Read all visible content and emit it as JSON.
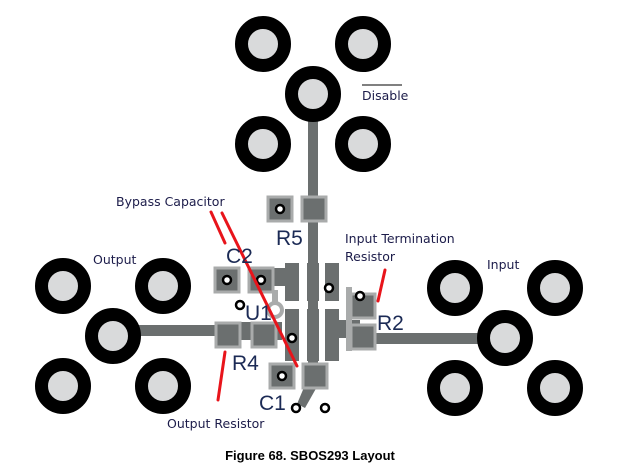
{
  "labels": {
    "disable": "Disable",
    "output": "Output",
    "input": "Input",
    "bypass_capacitor": "Bypass Capacitor",
    "input_termination_line1": "Input Termination",
    "input_termination_line2": "Resistor",
    "output_resistor": "Output Resistor"
  },
  "refdes": {
    "r5": "R5",
    "c2": "C2",
    "u1": "U1",
    "r2": "R2",
    "r4": "R4",
    "c1": "C1"
  },
  "caption": "Figure 68.  SBOS293 Layout",
  "colors": {
    "trace": "#6b6f6f",
    "pad_outline": "#a9abab",
    "ring": "#000000",
    "ring_center": "#d9dadb",
    "annotation": "#e8141b"
  }
}
